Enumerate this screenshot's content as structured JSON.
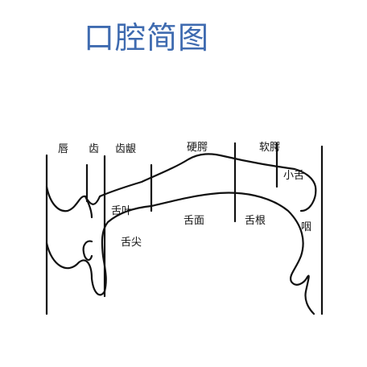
{
  "title": "口腔简图",
  "labels": {
    "lip": "唇",
    "teeth": "齿",
    "alveolar_ridge": "齿龈",
    "hard_palate": "硬腭",
    "soft_palate": "软腭",
    "uvula": "小舌",
    "tongue_blade": "舌叶",
    "tongue_tip": "舌尖",
    "tongue_surface": "舌面",
    "tongue_root": "舌根",
    "pharynx": "咽"
  }
}
